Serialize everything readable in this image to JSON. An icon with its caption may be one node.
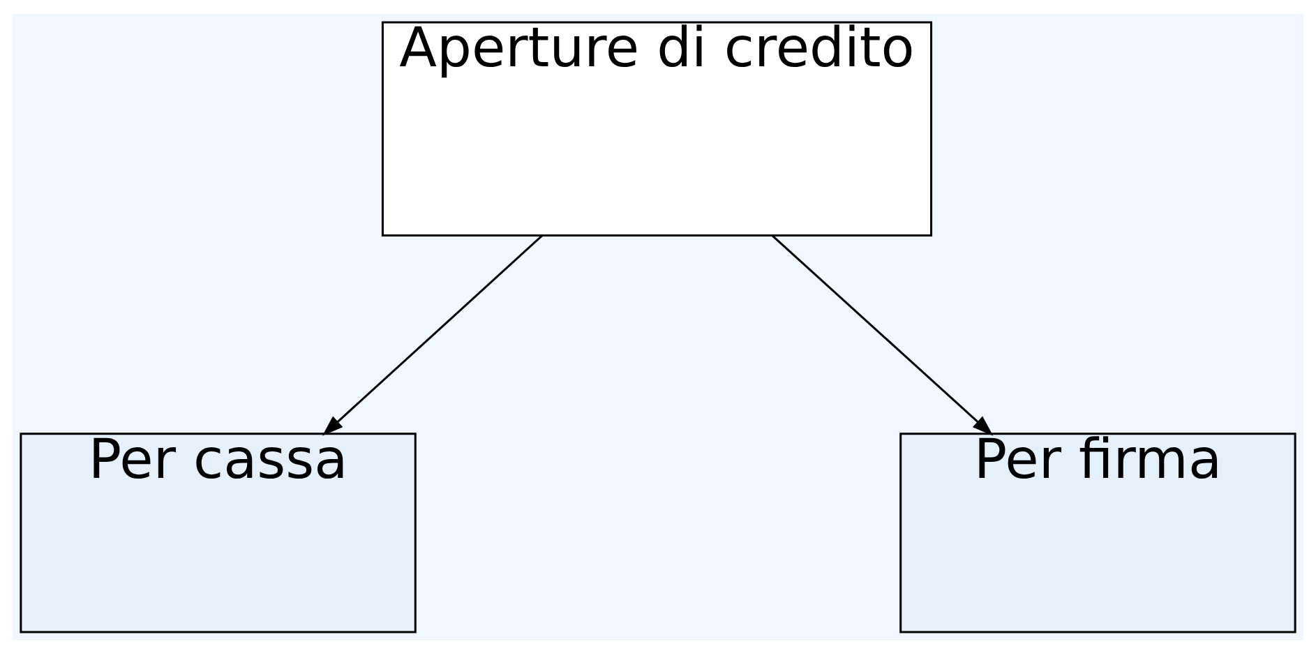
{
  "diagram": {
    "nodes": [
      {
        "text": [
          "Aperture di credito"
        ]
      },
      {
        "text": [
          "Per cassa"
        ]
      },
      {
        "text": [
          "Per firma"
        ]
      }
    ],
    "edges": [
      {
        "from": 0,
        "to": 1,
        "arrow": "to"
      },
      {
        "from": 0,
        "to": 2,
        "arrow": "to"
      }
    ]
  }
}
